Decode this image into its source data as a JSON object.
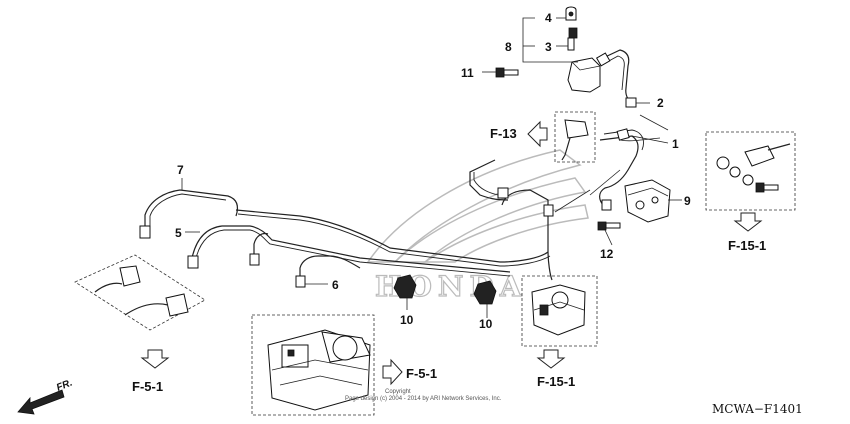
{
  "callouts": {
    "c1": "1",
    "c2": "2",
    "c3": "3",
    "c4": "4",
    "c5": "5",
    "c6": "6",
    "c7": "7",
    "c8": "8",
    "c9": "9",
    "c10a": "10",
    "c10b": "10",
    "c11": "11",
    "c12": "12"
  },
  "references": {
    "f13": "F-13",
    "f151_right": "F-15-1",
    "f151_bottom": "F-15-1",
    "f51_left": "F-5-1",
    "f51_center": "F-5-1"
  },
  "front_label": "FR.",
  "diagram_code": "MCWA−F1401",
  "copyright_line1": "Copyright",
  "copyright_line2": "Page design (c) 2004 - 2014 by ARI Network Services, Inc.",
  "watermark": "HONDA",
  "icons": [
    "front-arrow-icon",
    "reference-arrow-icon"
  ]
}
